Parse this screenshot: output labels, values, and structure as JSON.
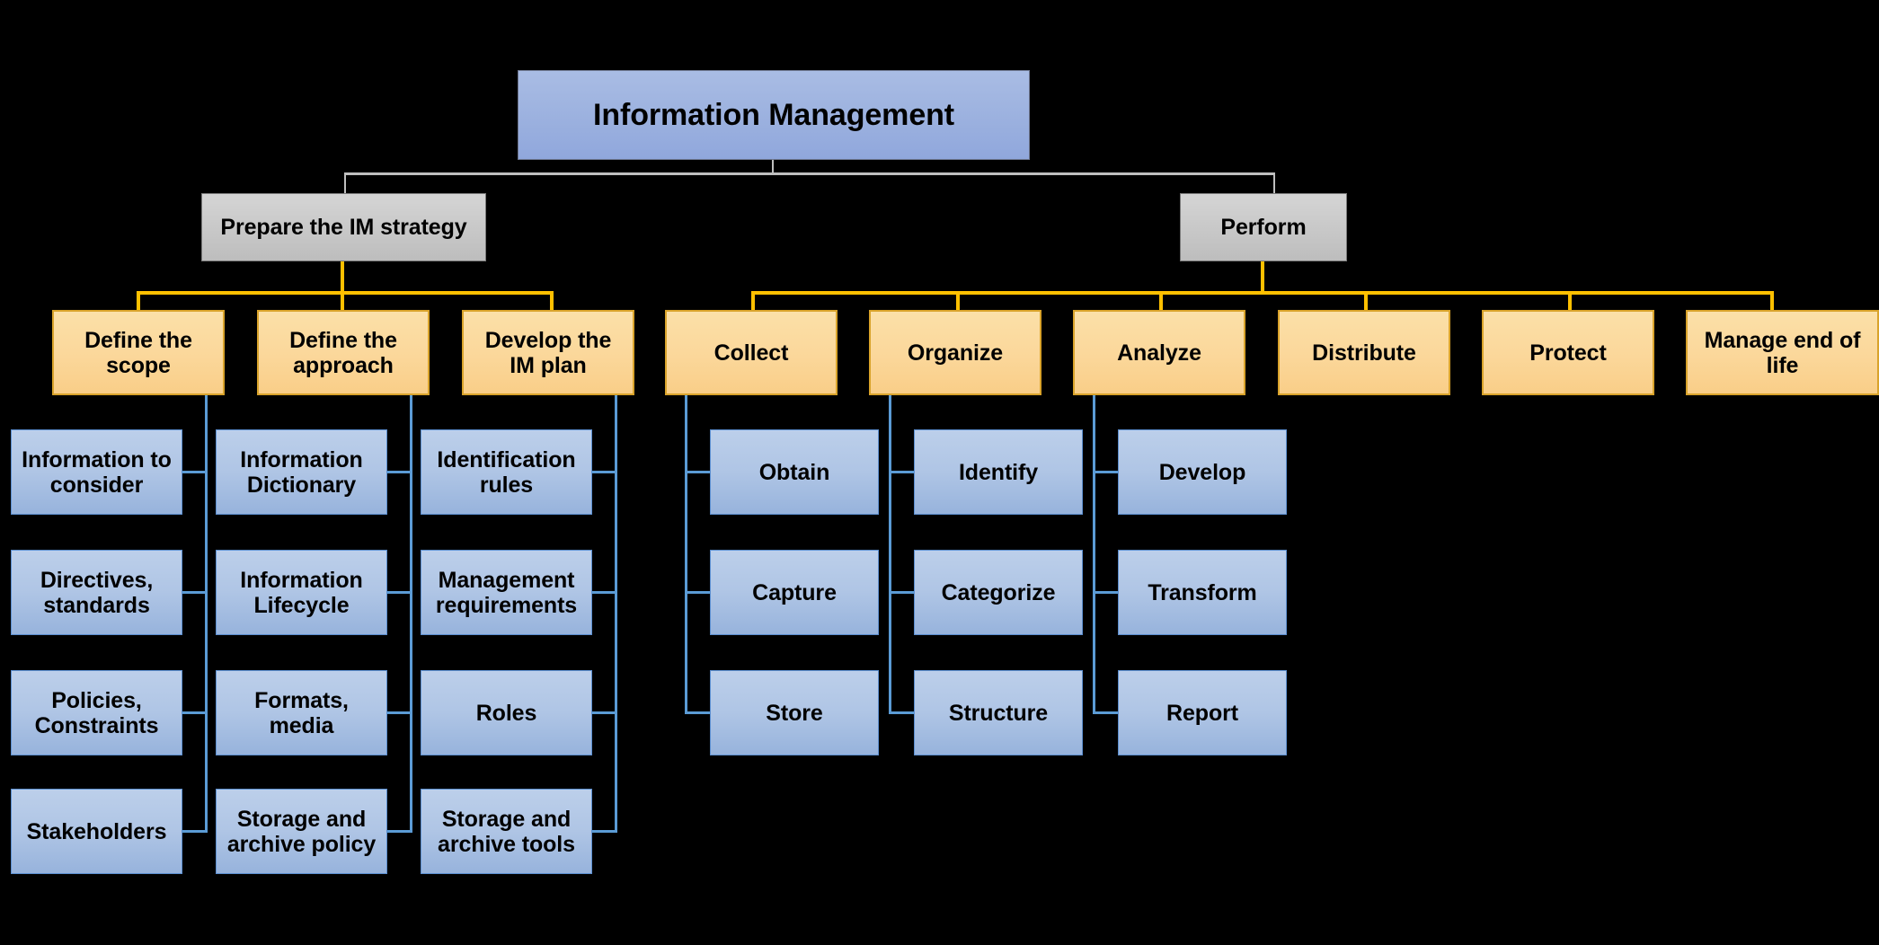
{
  "diagram": {
    "title": "Information Management",
    "type": "hierarchical-tree",
    "root": {
      "label": "Information Management"
    },
    "level2": [
      {
        "label": "Prepare the IM strategy"
      },
      {
        "label": "Perform"
      }
    ],
    "branches": [
      {
        "parent": "Prepare the IM strategy",
        "groups": [
          {
            "label": "Define the scope",
            "children": [
              "Information to consider",
              "Directives, standards",
              "Policies, Constraints",
              "Stakeholders"
            ]
          },
          {
            "label": "Define the approach",
            "children": [
              "Information Dictionary",
              "Information Lifecycle",
              "Formats, media",
              "Storage and archive policy"
            ]
          },
          {
            "label": "Develop the IM plan",
            "children": [
              "Identification rules",
              "Management requirements",
              "Roles",
              "Storage and archive tools"
            ]
          }
        ]
      },
      {
        "parent": "Perform",
        "groups": [
          {
            "label": "Collect",
            "children": [
              "Obtain",
              "Capture",
              "Store"
            ]
          },
          {
            "label": "Organize",
            "children": [
              "Identify",
              "Categorize",
              "Structure"
            ]
          },
          {
            "label": "Analyze",
            "children": [
              "Develop",
              "Transform",
              "Report"
            ]
          },
          {
            "label": "Distribute",
            "children": []
          },
          {
            "label": "Protect",
            "children": []
          },
          {
            "label": "Manage end of life",
            "children": []
          }
        ]
      }
    ],
    "colors": {
      "background": "#000000",
      "root_fill": "#9FB4E0",
      "level2_fill": "#CACACA",
      "level3_fill": "#FBD79A",
      "level3_border": "#D9A32B",
      "leaf_fill": "#AFC5E5",
      "leaf_border": "#5C8FD0",
      "connector_gray": "#BFBFBF",
      "connector_orange": "#FFC000",
      "connector_blue": "#5B9BD5",
      "text": "#000000"
    }
  }
}
